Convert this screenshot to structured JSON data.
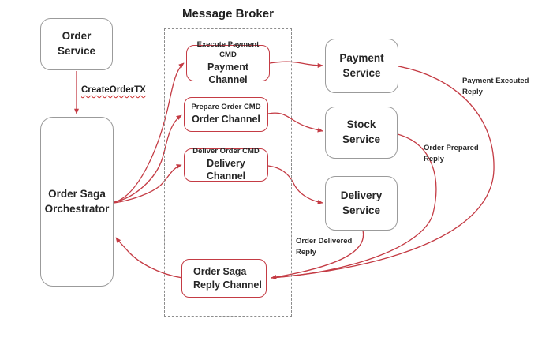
{
  "broker": {
    "title": "Message Broker"
  },
  "colors": {
    "accent_red": "#c43b44",
    "box_border_gray": "#9b9b9b",
    "dashed_border": "#8c8c8c",
    "text": "#262626",
    "background": "#ffffff"
  },
  "nodes": {
    "order_service": {
      "label": "Order Service"
    },
    "orchestrator": {
      "label": "Order Saga Orchestrator"
    },
    "payment_service": {
      "label": "Payment Service"
    },
    "stock_service": {
      "label": "Stock Service"
    },
    "delivery_service": {
      "label": "Delivery Service"
    }
  },
  "channels": {
    "payment": {
      "cmd": "Execute Payment CMD",
      "name": "Payment Channel"
    },
    "order": {
      "cmd": "Prepare Order CMD",
      "name": "Order Channel"
    },
    "delivery": {
      "cmd": "Deliver Order CMD",
      "name": "Delivery Channel"
    },
    "reply": {
      "name": "Order Saga Reply Channel"
    }
  },
  "edge_labels": {
    "create_order": "CreateOrderTX",
    "payment_reply": {
      "line1": "Payment Executed",
      "line2": "Reply"
    },
    "prepared_reply": {
      "line1": "Order Prepared",
      "line2": "Reply"
    },
    "delivered_reply": {
      "line1": "Order Delivered",
      "line2": "Reply"
    }
  }
}
